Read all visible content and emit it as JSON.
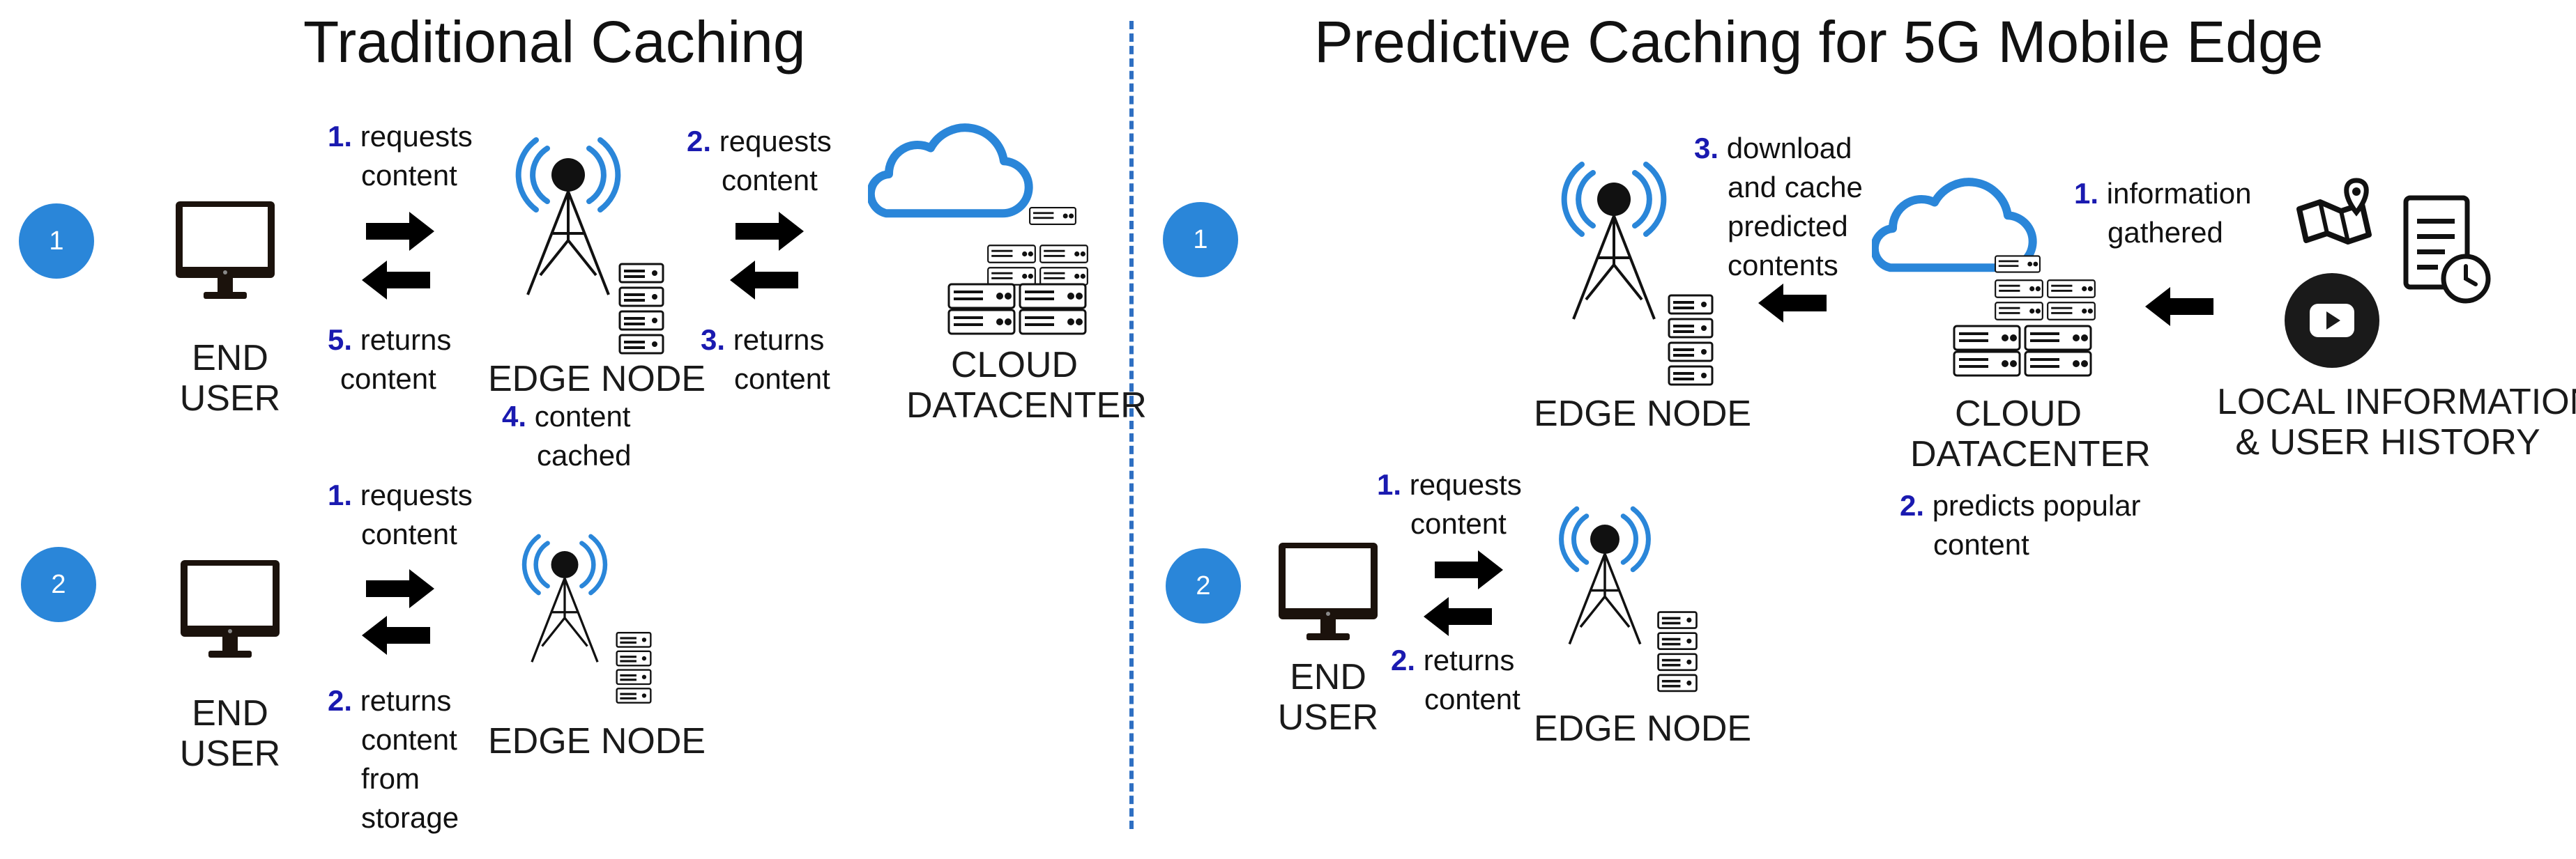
{
  "left": {
    "title": "Traditional Caching",
    "scenario1": {
      "badge": "1",
      "end_user": [
        "END",
        "USER"
      ],
      "edge_node": "EDGE NODE",
      "cloud": [
        "CLOUD",
        "DATACENTER"
      ],
      "steps": [
        {
          "num": "1.",
          "lines": [
            "requests",
            "content"
          ]
        },
        {
          "num": "5.",
          "lines": [
            "returns",
            "content"
          ]
        },
        {
          "num": "2.",
          "lines": [
            "requests",
            "content"
          ]
        },
        {
          "num": "3.",
          "lines": [
            "returns",
            "content"
          ]
        },
        {
          "num": "4.",
          "lines": [
            "content",
            "cached"
          ]
        }
      ]
    },
    "scenario2": {
      "badge": "2",
      "end_user": [
        "END",
        "USER"
      ],
      "edge_node": "EDGE NODE",
      "steps": [
        {
          "num": "1.",
          "lines": [
            "requests",
            "content"
          ]
        },
        {
          "num": "2.",
          "lines": [
            "returns",
            "content",
            "from",
            "storage"
          ]
        }
      ]
    }
  },
  "right": {
    "title": "Predictive Caching for  5G Mobile Edge",
    "scenario1": {
      "badge": "1",
      "edge_node": "EDGE NODE",
      "cloud": [
        "CLOUD",
        "DATACENTER"
      ],
      "local_info": [
        "LOCAL INFORMATION",
        "& USER HISTORY"
      ],
      "steps": [
        {
          "num": "3.",
          "lines": [
            "download",
            "and cache",
            "predicted",
            "contents"
          ]
        },
        {
          "num": "1.",
          "lines": [
            "information",
            "gathered"
          ]
        },
        {
          "num": "2.",
          "lines": [
            "predicts popular",
            "content"
          ]
        }
      ]
    },
    "scenario2": {
      "badge": "2",
      "end_user": [
        "END",
        "USER"
      ],
      "edge_node": "EDGE NODE",
      "steps": [
        {
          "num": "1.",
          "lines": [
            "requests",
            "content"
          ]
        },
        {
          "num": "2.",
          "lines": [
            "returns",
            "content"
          ]
        }
      ]
    }
  },
  "colors": {
    "accent_blue": "#2a86d9",
    "step_number": "#1a1ab0",
    "divider": "#2e6fc2",
    "icon_black": "#111111"
  }
}
